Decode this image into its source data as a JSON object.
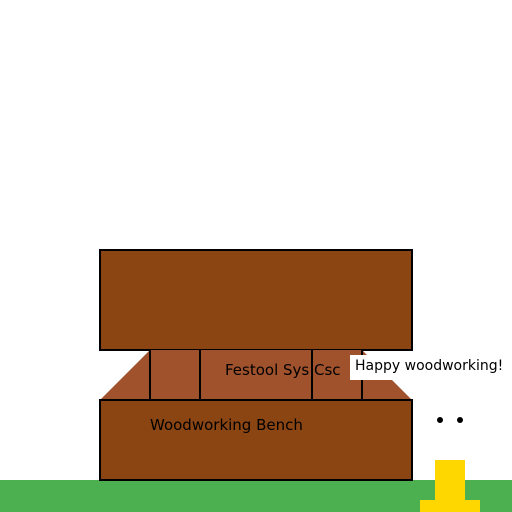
{
  "scene": {
    "bench_label": "Woodworking Bench",
    "tool_label": "Festool Sys Csc",
    "speech_text": "Happy woodworking!"
  },
  "icons": {
    "character": "figure-icon"
  },
  "colors": {
    "background": "#ffffff",
    "grass": "#4caf50",
    "bench_top": "#8b4513",
    "bench_base": "#8b4513",
    "bench_legs": "#a0522d",
    "outline": "#000000",
    "character": "#ffd700",
    "speech_bubble": "#ffffff"
  }
}
